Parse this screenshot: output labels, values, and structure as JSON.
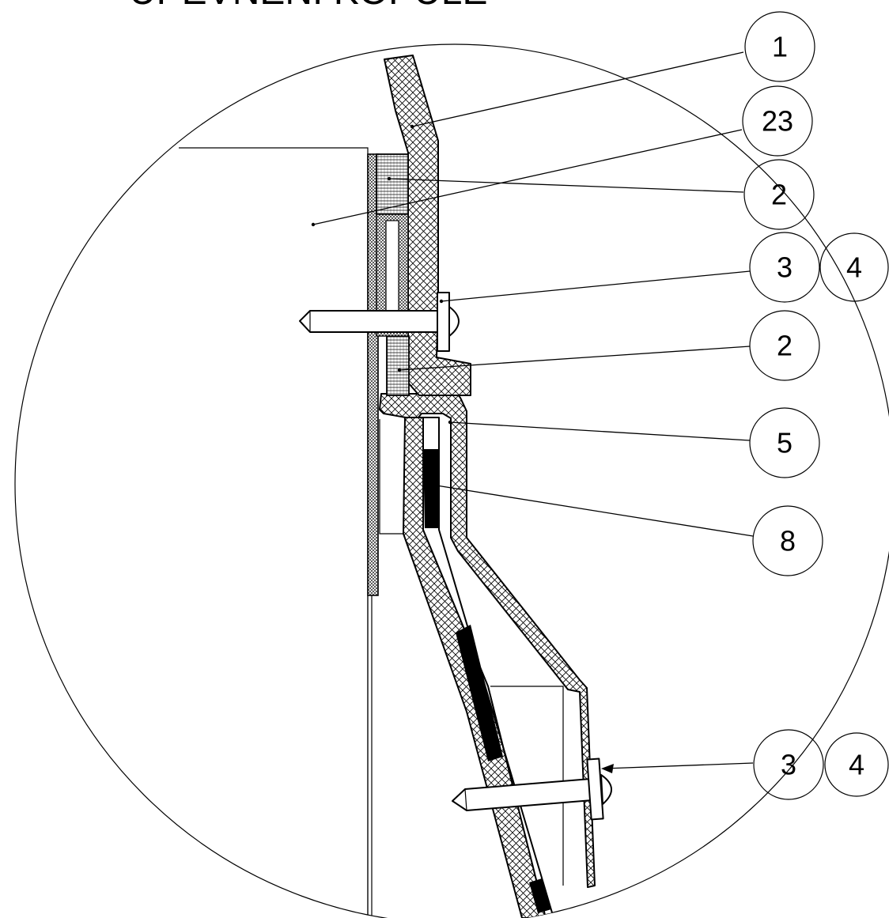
{
  "drawing": {
    "title": "UPEVNĚNÍ KOPULE",
    "colors": {
      "line": "#000000",
      "background": "#ffffff",
      "gasket": "#000000"
    },
    "callouts": [
      {
        "id": "c1",
        "label": "1"
      },
      {
        "id": "c23",
        "label": "23"
      },
      {
        "id": "c2a",
        "label": "2"
      },
      {
        "id": "c3a",
        "label": "3"
      },
      {
        "id": "c4a",
        "label": "4"
      },
      {
        "id": "c2b",
        "label": "2"
      },
      {
        "id": "c5",
        "label": "5"
      },
      {
        "id": "c8",
        "label": "8"
      },
      {
        "id": "c3b",
        "label": "3"
      },
      {
        "id": "c4b",
        "label": "4"
      }
    ]
  }
}
